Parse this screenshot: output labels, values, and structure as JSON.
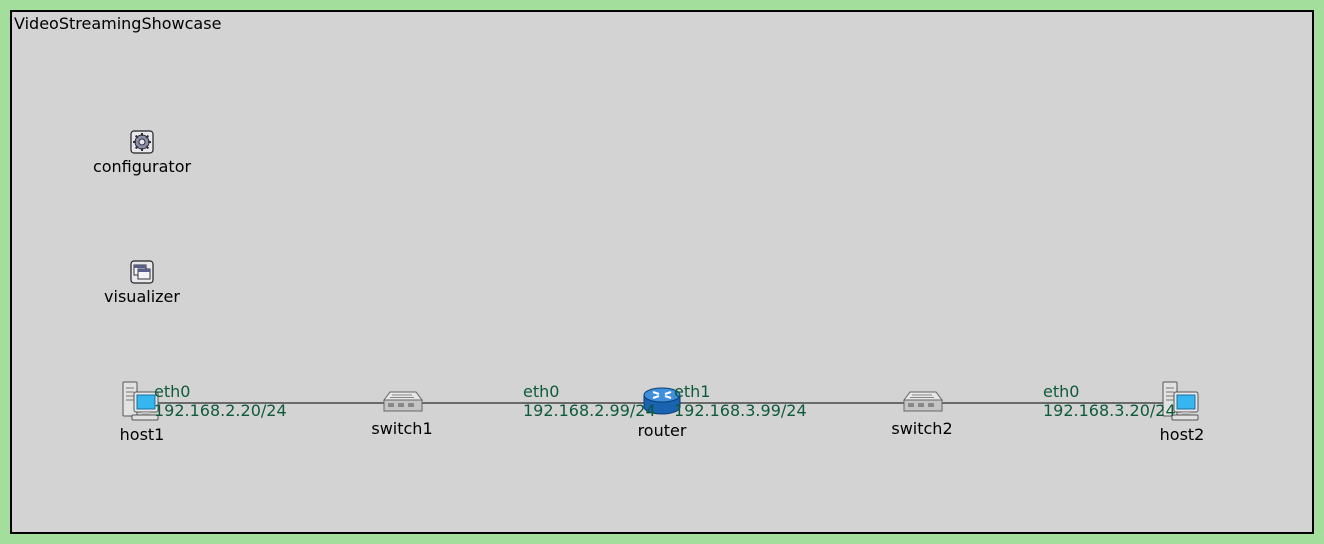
{
  "network": {
    "title": "VideoStreamingShowcase"
  },
  "nodes": {
    "configurator": {
      "label": "configurator",
      "icon": "gear-icon"
    },
    "visualizer": {
      "label": "visualizer",
      "icon": "window-icon"
    },
    "host1": {
      "label": "host1",
      "icon": "computer-icon"
    },
    "switch1": {
      "label": "switch1",
      "icon": "switch-icon"
    },
    "router": {
      "label": "router",
      "icon": "router-icon"
    },
    "switch2": {
      "label": "switch2",
      "icon": "switch-icon"
    },
    "host2": {
      "label": "host2",
      "icon": "computer-icon"
    }
  },
  "interfaces": {
    "host1_eth0": {
      "name": "eth0",
      "address": "192.168.2.20/24"
    },
    "router_eth0": {
      "name": "eth0",
      "address": "192.168.2.99/24"
    },
    "router_eth1": {
      "name": "eth1",
      "address": "192.168.3.99/24"
    },
    "host2_eth0": {
      "name": "eth0",
      "address": "192.168.3.20/24"
    }
  },
  "links": [
    {
      "from": "host1",
      "to": "switch1"
    },
    {
      "from": "switch1",
      "to": "router"
    },
    {
      "from": "router",
      "to": "switch2"
    },
    {
      "from": "switch2",
      "to": "host2"
    }
  ],
  "colors": {
    "background": "#d3d3d3",
    "outer": "#a3de9d",
    "interface_text": "#0e5a3a",
    "router": "#1f6fc0"
  }
}
